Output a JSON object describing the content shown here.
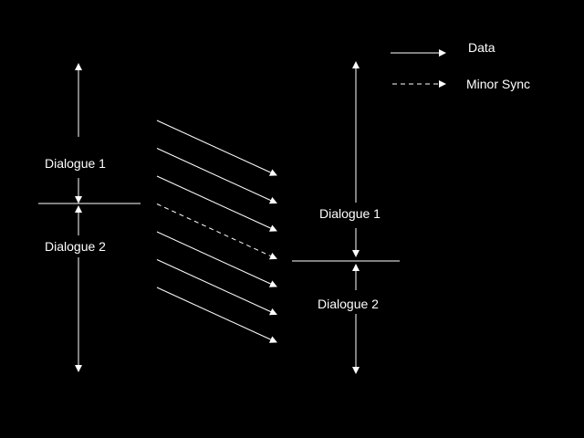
{
  "legend": {
    "data_label": "Data",
    "sync_label": "Minor Sync"
  },
  "left_timeline": {
    "dialogue_1": "Dialogue 1",
    "dialogue_2": "Dialogue 2"
  },
  "right_timeline": {
    "dialogue_1": "Dialogue 1",
    "dialogue_2": "Dialogue 2"
  },
  "transfers": [
    "data",
    "data",
    "data",
    "minor-sync",
    "data",
    "data",
    "data"
  ],
  "colors": {
    "background": "#000000",
    "foreground": "#ffffff"
  }
}
